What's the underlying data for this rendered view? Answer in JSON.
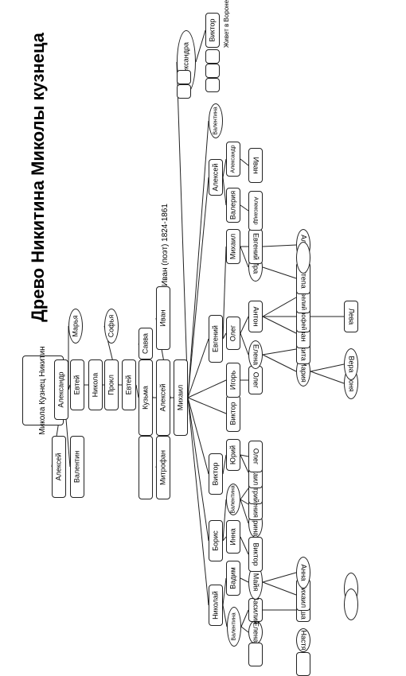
{
  "title": "Древо Никитина Миколы кузнеца",
  "names": {
    "root": "Микола Кузнец Никитин",
    "aleksey": "Алексей",
    "valentin": "Валентин",
    "aleksandr": "Александр",
    "marya": "Марья",
    "evtey": "Евтей",
    "nikola": "Никола",
    "prokl": "Прокл",
    "sofya": "Софья",
    "evtey2": "Евтей",
    "kuzma": "Кузьма",
    "savva": "Савва",
    "aleksey2": "Алексей",
    "ivan": "Иван",
    "ivan_note": "Иван (поэт)  1824-1861",
    "mikhail": "Михаил",
    "mitrofan": "Митрофан",
    "nikolay": "Николай",
    "boris": "Борис",
    "viktor": "Виктор",
    "viktor2": "Виктор",
    "igor": "Игорь",
    "evgeniy": "Евгений",
    "aleksey3": "Алексей",
    "valentina": "Валентина",
    "aleksandra": "Александра",
    "viktor3": "Виктор",
    "viktor3_note": "Живет в Воронеже",
    "valentina2": "Валентина",
    "elena": "Елена",
    "vasiliy": "Василий",
    "sasha": "Саша",
    "nastya": "Настя",
    "vadim": "Вадим",
    "mayya": "Майя",
    "mikhail2": "Михаил",
    "anna": "Анна",
    "inna": "Инна",
    "viktor4": "Виктор",
    "valentina3": "Валентина",
    "marina": "Марина",
    "evgeniya": "Евгения",
    "dmitriy": "Дмитрий",
    "yuriy": "Юрий",
    "mikhail3": "Михаил",
    "oleg": "Олег",
    "oleg2": "Олег",
    "elena2": "Елена",
    "mariya": "Мария",
    "nikita": "Никита",
    "sonya": "Соня",
    "vera": "Вера",
    "oleg3": "Олег",
    "ivan2": "Иван",
    "anton": "Антон",
    "timofey": "Тимофей",
    "lyova": "Лева",
    "saveliy": "Савелий",
    "mikhail4": "Михаил",
    "ira": "Ира",
    "styopa": "Степа",
    "evgeniy2": "Евгений",
    "alisa": "Алиса",
    "valeriya": "Валерия",
    "aleksandr2": "Александр",
    "aleksandr3": "Александр",
    "ivan3": "Иван"
  }
}
